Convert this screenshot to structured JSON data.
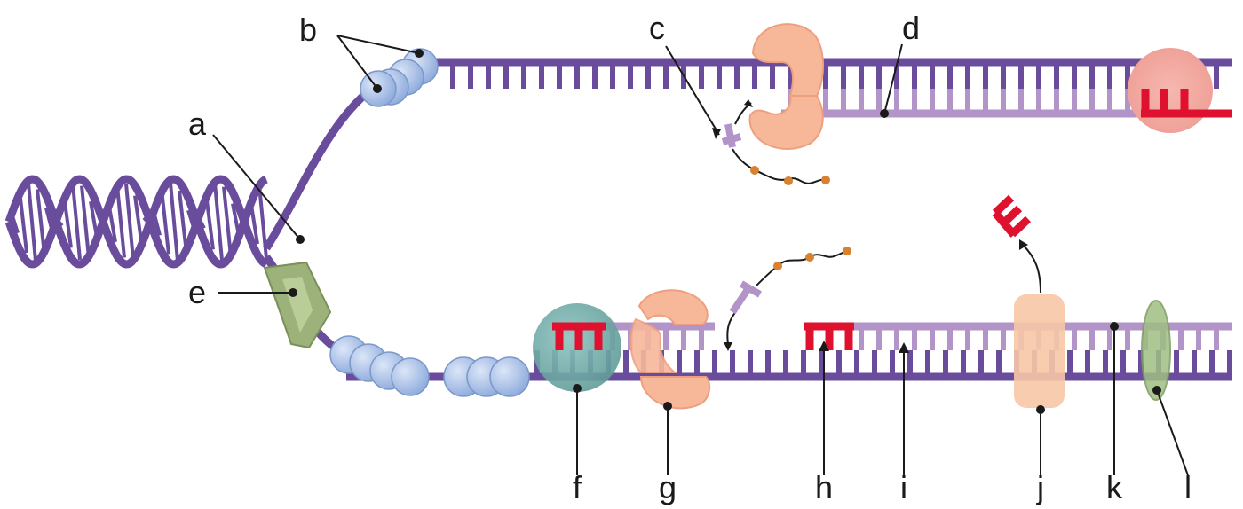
{
  "labels": {
    "a": "a",
    "b": "b",
    "c": "c",
    "d": "d",
    "e": "e",
    "f": "f",
    "g": "g",
    "h": "h",
    "i": "i",
    "j": "j",
    "k": "k",
    "l": "l"
  },
  "colors": {
    "dna_template": "#6a4c9c",
    "dna_new": "#b394c8",
    "rna_primer": "#e0102f",
    "helicase": "#9cb27a",
    "ssb": "#a9c2ea",
    "polymerase": "#f7b89a",
    "sliding_clamp": "#6aa7a2",
    "ligase": "#9fbf82",
    "nucleotide": "#d9812e"
  }
}
